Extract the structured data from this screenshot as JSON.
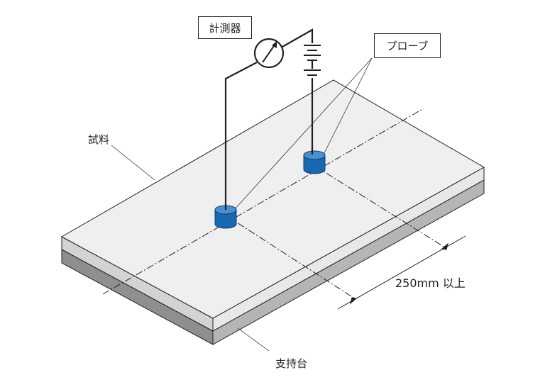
{
  "labels": {
    "meter": "計測器",
    "probe": "プローブ",
    "specimen": "試料",
    "support": "支持台",
    "distance": "250mm 以上"
  }
}
